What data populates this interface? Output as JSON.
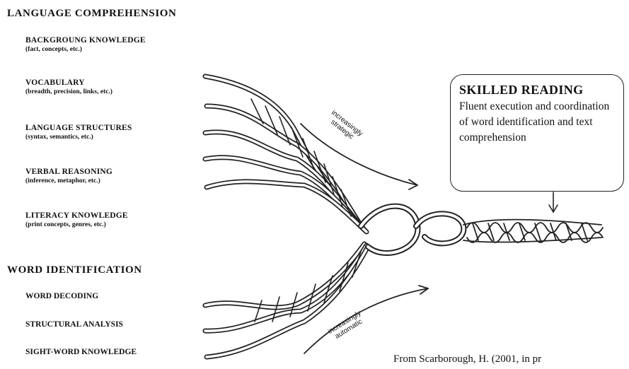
{
  "language_comprehension": {
    "heading": "LANGUAGE COMPREHENSION",
    "strands": [
      {
        "label": "BACKGROUNG KNOWLEDGE",
        "sub": "(fact, concepts, etc.)"
      },
      {
        "label": "VOCABULARY",
        "sub": "(breadth, precision, links, etc.)"
      },
      {
        "label": "LANGUAGE STRUCTURES",
        "sub": "(syntax, semantics, etc.)"
      },
      {
        "label": "VERBAL REASONING",
        "sub": "(inference, metaphor, etc.)"
      },
      {
        "label": "LITERACY KNOWLEDGE",
        "sub": "(print concepts, genres, etc.)"
      }
    ]
  },
  "word_identification": {
    "heading": "WORD IDENTIFICATION",
    "strands": [
      "WORD DECODING",
      "STRUCTURAL ANALYSIS",
      "SIGHT-WORD KNOWLEDGE"
    ]
  },
  "arrows": {
    "top_label": [
      "increasingly",
      "strategic"
    ],
    "bottom_label": [
      "increasingly",
      "automatic"
    ]
  },
  "skilled_reading": {
    "title": "SKILLED READING",
    "body": "Fluent execution and coordination of word identification and text comprehension"
  },
  "citation": "From Scarborough, H. (2001, in pr"
}
